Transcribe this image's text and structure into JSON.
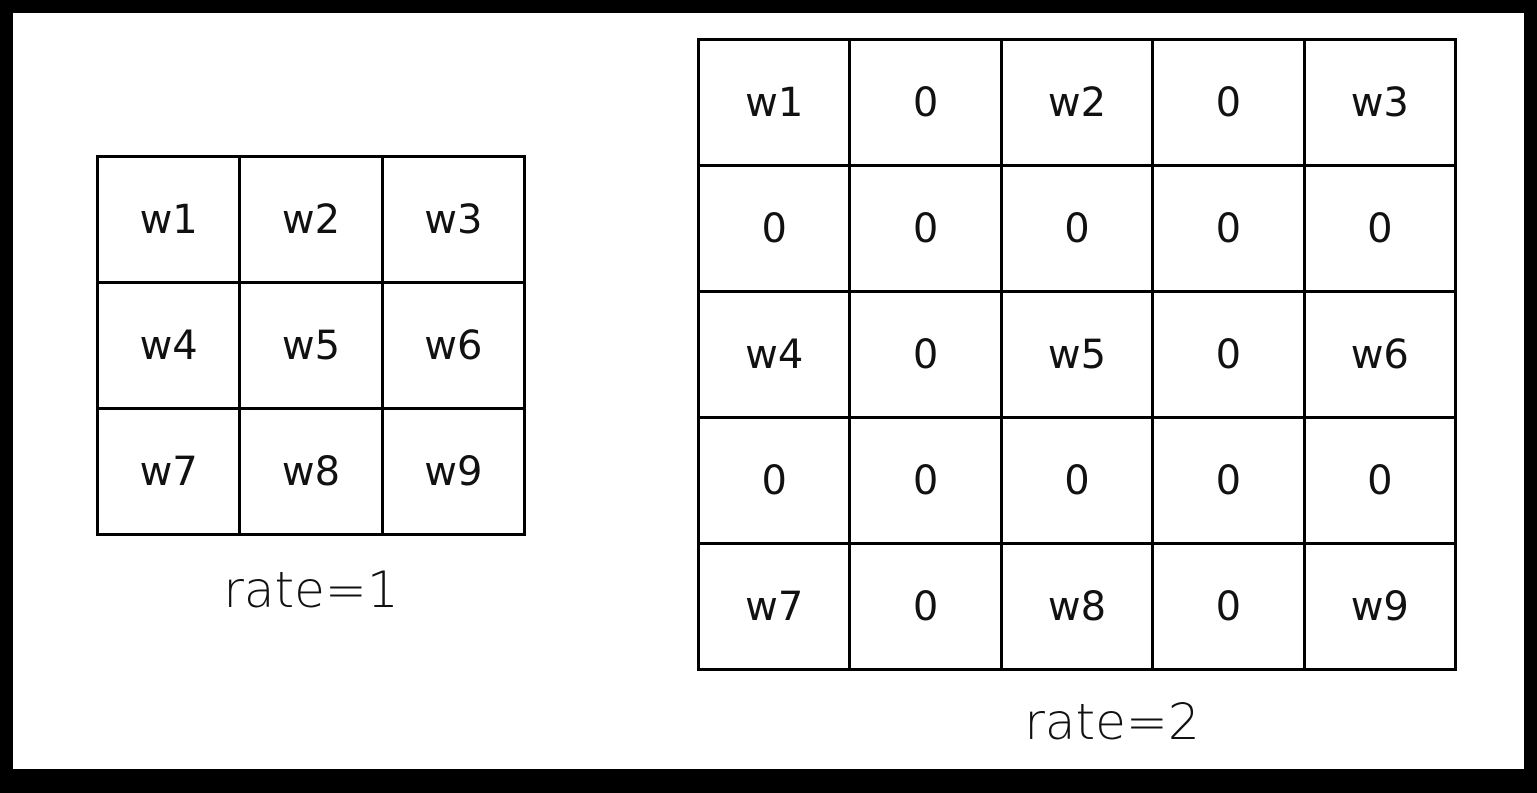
{
  "kernel_rate1": {
    "caption": "rate=1",
    "cells": [
      "w1",
      "w2",
      "w3",
      "w4",
      "w5",
      "w6",
      "w7",
      "w8",
      "w9"
    ]
  },
  "kernel_rate2": {
    "caption": "rate=2",
    "cells": [
      "w1",
      "0",
      "w2",
      "0",
      "w3",
      "0",
      "0",
      "0",
      "0",
      "0",
      "w4",
      "0",
      "w5",
      "0",
      "w6",
      "0",
      "0",
      "0",
      "0",
      "0",
      "w7",
      "0",
      "w8",
      "0",
      "w9"
    ]
  }
}
